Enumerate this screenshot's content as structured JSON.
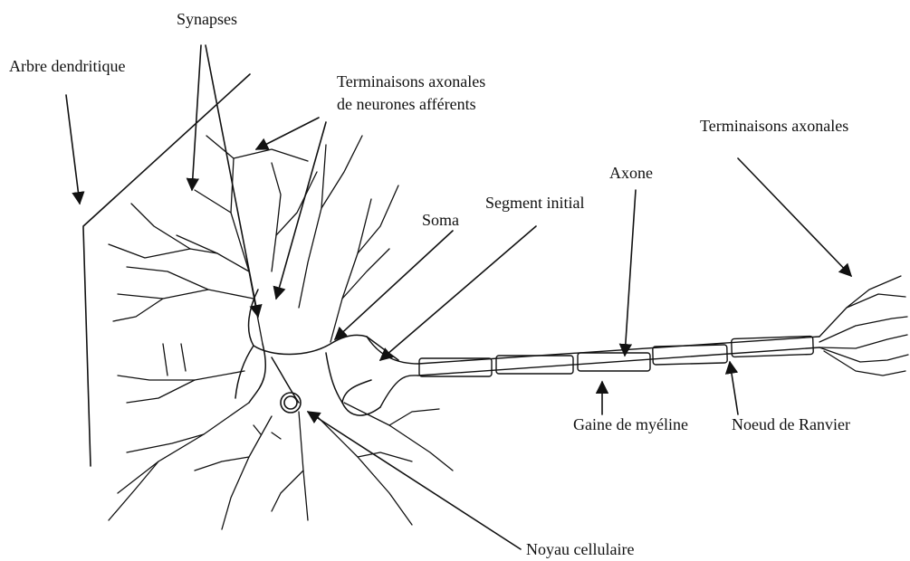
{
  "labels": {
    "synapses": "Synapses",
    "arbre": "Arbre dendritique",
    "terminaisons_afferents": "Terminaisons axonales\nde neurones afférents",
    "terminaisons": "Terminaisons axonales",
    "axone": "Axone",
    "segment": "Segment initial",
    "soma": "Soma",
    "gaine": "Gaine de myéline",
    "noeud": "Noeud de Ranvier",
    "noyau": "Noyau cellulaire"
  }
}
